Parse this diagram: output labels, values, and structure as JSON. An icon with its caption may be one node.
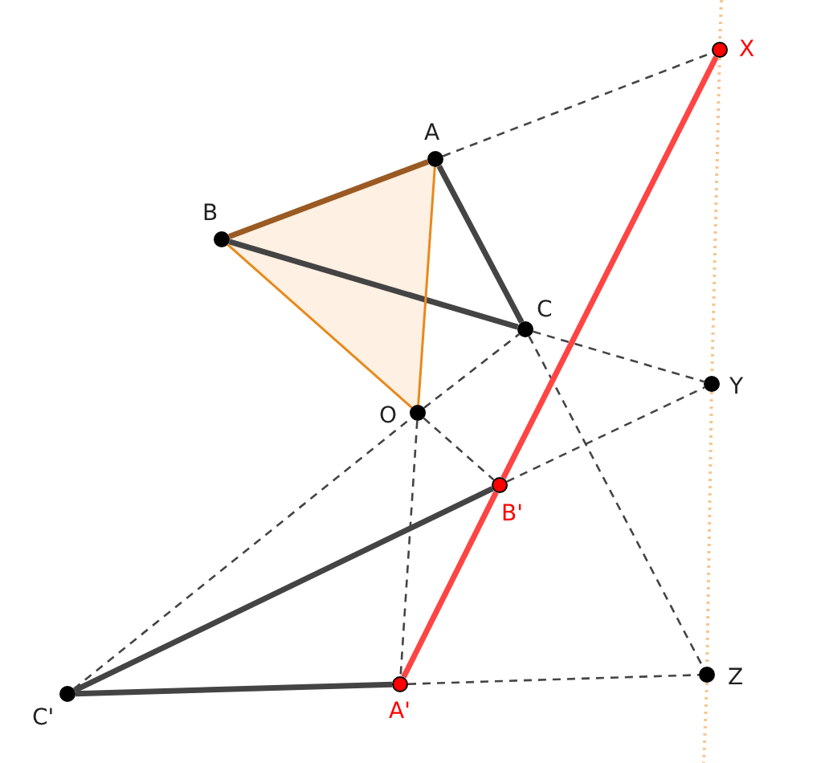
{
  "diagram": {
    "nodes": [
      {
        "text": [],
        "shape": "circle",
        "beside": [
          "X"
        ]
      },
      {
        "text": [],
        "shape": "circle",
        "beside": [
          "A"
        ]
      },
      {
        "text": [],
        "shape": "circle",
        "beside": [
          "B"
        ]
      },
      {
        "text": [],
        "shape": "circle",
        "beside": [
          "C"
        ]
      },
      {
        "text": [],
        "shape": "circle",
        "beside": [
          "Y"
        ]
      },
      {
        "text": [],
        "shape": "circle",
        "beside": [
          "O"
        ]
      },
      {
        "text": [],
        "shape": "circle",
        "beside": [
          "B'"
        ]
      },
      {
        "text": [],
        "shape": "circle",
        "beside": [
          "A'"
        ]
      },
      {
        "text": [],
        "shape": "circle",
        "beside": [
          "C'"
        ]
      },
      {
        "text": [],
        "shape": "circle",
        "beside": [
          "Z"
        ]
      }
    ],
    "edges": [
      {
        "from": 1,
        "to": 2,
        "arrow": "none",
        "style": "thick",
        "color": "#9a5a23"
      },
      {
        "from": 2,
        "to": 3,
        "arrow": "none",
        "style": "thick"
      },
      {
        "from": 3,
        "to": 1,
        "arrow": "none",
        "style": "thick"
      },
      {
        "from": 2,
        "to": 5,
        "arrow": "none",
        "color": "#e8891c"
      },
      {
        "from": 1,
        "to": 5,
        "arrow": "none",
        "color": "#e8891c"
      },
      {
        "from": 1,
        "to": 0,
        "arrow": "none",
        "style": "dashed"
      },
      {
        "from": 3,
        "to": 4,
        "arrow": "none",
        "style": "dashed"
      },
      {
        "from": 3,
        "to": 9,
        "arrow": "none",
        "style": "dashed"
      },
      {
        "from": 6,
        "to": 4,
        "arrow": "none",
        "style": "dashed"
      },
      {
        "from": 7,
        "to": 9,
        "arrow": "none",
        "style": "dashed"
      },
      {
        "from": 8,
        "to": 5,
        "arrow": "none",
        "style": "dashed"
      },
      {
        "from": 5,
        "to": 3,
        "arrow": "none",
        "style": "dashed"
      },
      {
        "from": 5,
        "to": 7,
        "arrow": "none",
        "style": "dashed"
      },
      {
        "from": 5,
        "to": 6,
        "arrow": "none",
        "style": "dashed"
      },
      {
        "from": 0,
        "to": 6,
        "arrow": "none",
        "style": "thick",
        "color": "#ff4444"
      },
      {
        "from": 6,
        "to": 7,
        "arrow": "none",
        "style": "thick",
        "color": "#ff4444"
      },
      {
        "from": 6,
        "to": 8,
        "arrow": "none",
        "style": "thick"
      },
      {
        "from": 8,
        "to": 7,
        "arrow": "none",
        "style": "thick"
      },
      {
        "from": 0,
        "to": 4,
        "arrow": "none",
        "style": "dashed",
        "color": "#f8c590"
      },
      {
        "from": 4,
        "to": 9,
        "arrow": "none",
        "style": "dashed",
        "color": "#f8c590"
      }
    ]
  }
}
